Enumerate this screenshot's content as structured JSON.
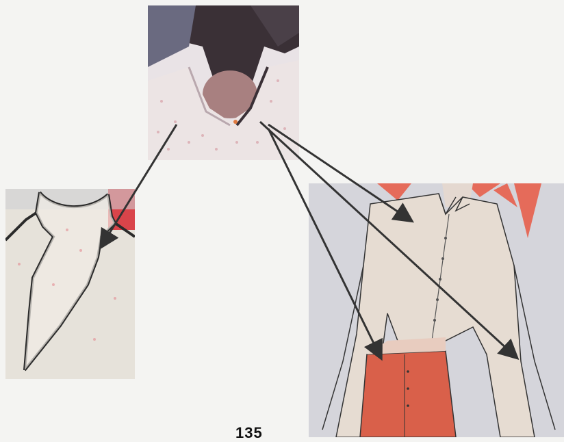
{
  "page": {
    "number": "135"
  },
  "figures": {
    "top": "collar-detail-photo",
    "left": "collar-pattern-sketch",
    "right": "shirt-design-illustration"
  },
  "colors": {
    "arrow": "#333333",
    "shirt": "#e6dcd2",
    "pants": "#d9604a",
    "accent": "#e8503a",
    "paper": "#f4f4f2"
  }
}
